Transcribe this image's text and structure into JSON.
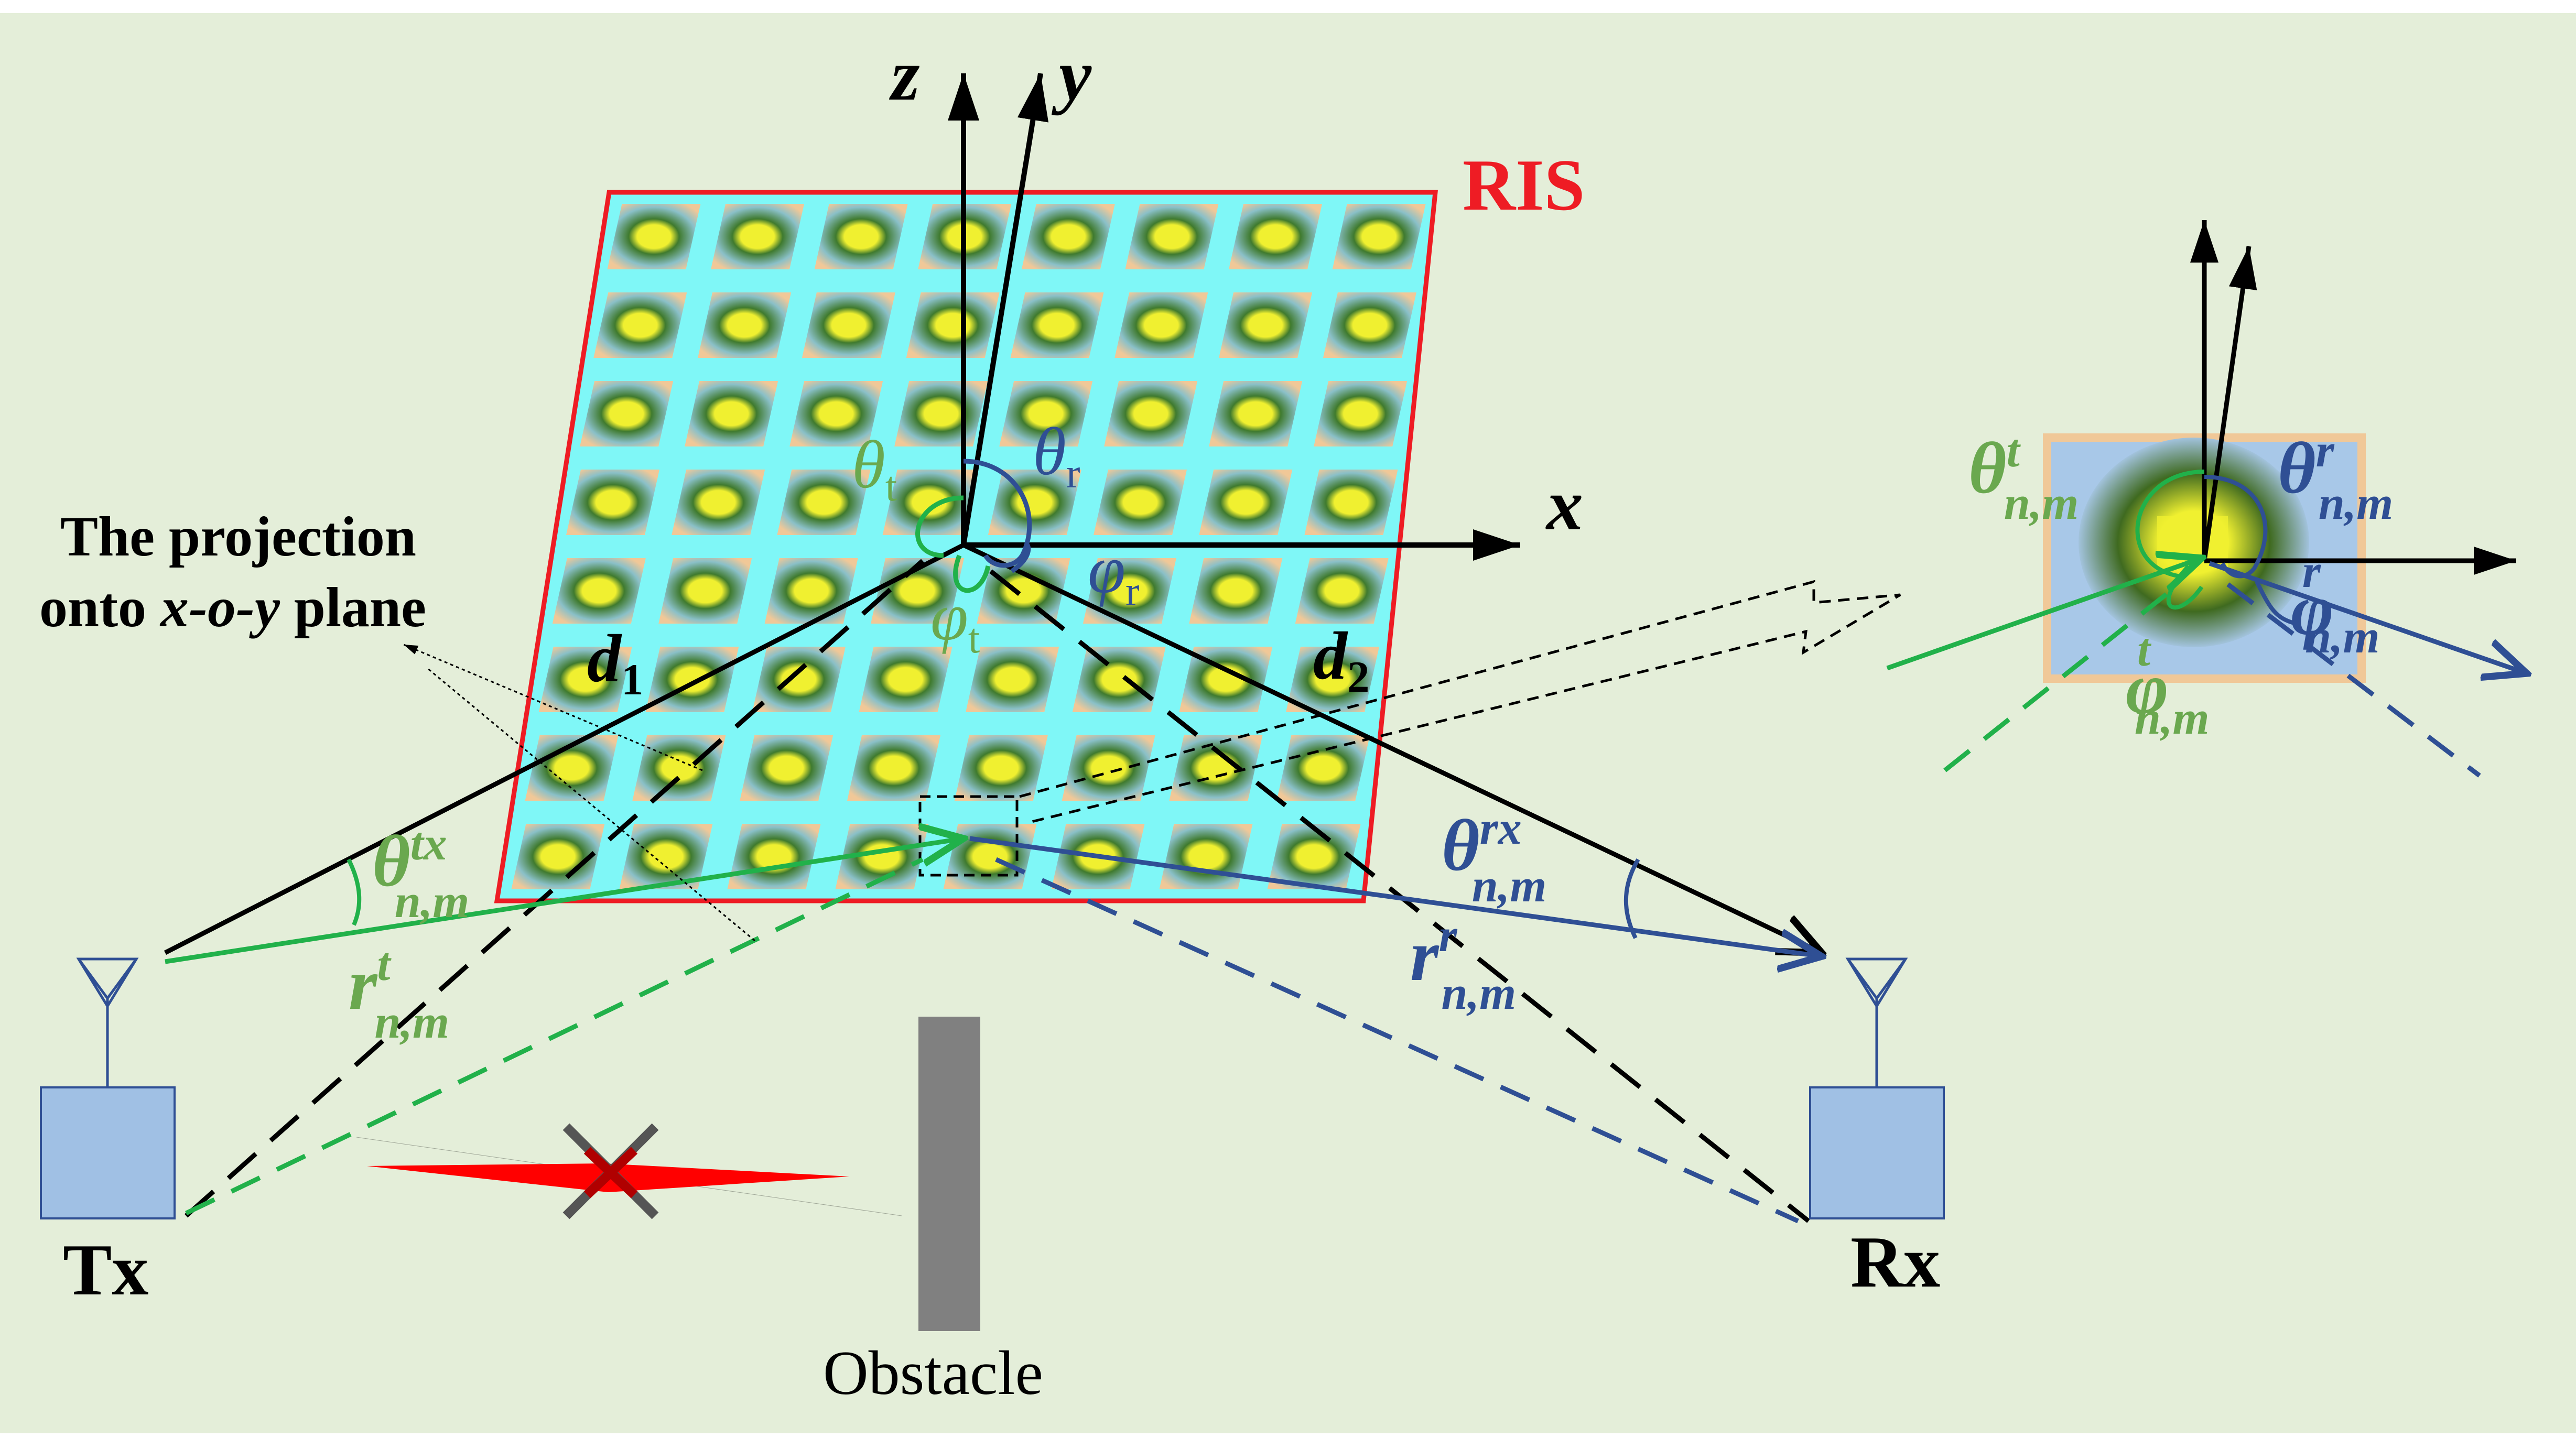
{
  "labels": {
    "ris": "RIS",
    "axis_x": "x",
    "axis_y": "y",
    "axis_z": "z",
    "projection_line1": "The projection",
    "projection_onto": "onto ",
    "projection_plane_italic": "x-o-y",
    "projection_plane_suffix": " plane",
    "theta_t": "θ",
    "theta_t_sub": "t",
    "theta_r": "θ",
    "theta_r_sub": "r",
    "phi_t": "φ",
    "phi_t_sub": "t",
    "phi_r": "φ",
    "phi_r_sub": "r",
    "d1": "d",
    "d1_sub": "1",
    "d2": "d",
    "d2_sub": "2",
    "theta_tx": "θ",
    "theta_tx_sup": "tx",
    "theta_tx_sub": "n,m",
    "r_t": "r",
    "r_t_sup": "t",
    "r_t_sub": "n,m",
    "theta_rx": "θ",
    "theta_rx_sup": "rx",
    "theta_rx_sub": "n,m",
    "r_r": "r",
    "r_r_sup": "r",
    "r_r_sub": "n,m",
    "tx": "Tx",
    "rx": "Rx",
    "obstacle": "Obstacle",
    "zoom_theta_t": "θ",
    "zoom_theta_t_sup": "t",
    "zoom_theta_t_sub": "n,m",
    "zoom_theta_r": "θ",
    "zoom_theta_r_sup": "r",
    "zoom_theta_r_sub": "n,m",
    "zoom_phi_r": "φ",
    "zoom_phi_r_sup": "r",
    "zoom_phi_r_sub": "n,m",
    "zoom_phi_t": "φ",
    "zoom_phi_t_sup": "t",
    "zoom_phi_t_sub": "n,m"
  },
  "colors": {
    "background": "#e4eed9",
    "ris_border": "#ee1c24",
    "ris_fill": "#7ff7f7",
    "cell_outer": "#f0c898",
    "cell_mid": "#8ac0c8",
    "cell_inner": "#3f7a2e",
    "cell_core": "#f0f030",
    "green": "#21b14a",
    "green_text": "#6aa84f",
    "blue": "#2f4f94",
    "black": "#000000",
    "antenna_box": "#a0c0e4",
    "obstacle": "#808080",
    "red_marker": "#ff0000"
  },
  "icons": {
    "tx": "antenna-icon",
    "rx": "antenna-icon",
    "blocked": "cross-icon"
  }
}
